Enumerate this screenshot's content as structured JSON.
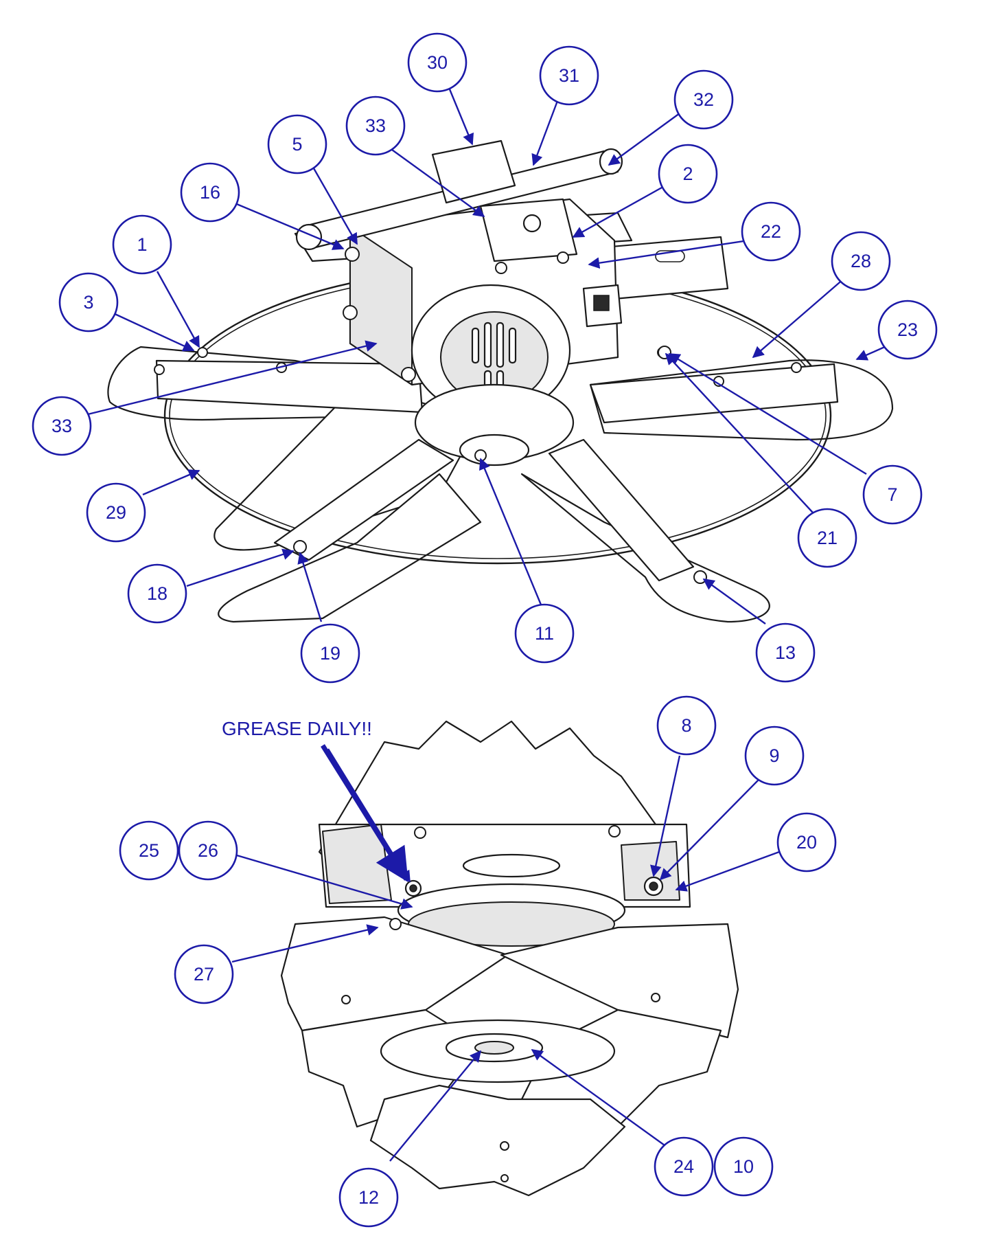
{
  "note": {
    "text": "GREASE DAILY!!"
  },
  "callouts": [
    {
      "id": "30",
      "label": "30"
    },
    {
      "id": "31",
      "label": "31"
    },
    {
      "id": "32",
      "label": "32"
    },
    {
      "id": "33a",
      "label": "33"
    },
    {
      "id": "5",
      "label": "5"
    },
    {
      "id": "2",
      "label": "2"
    },
    {
      "id": "16",
      "label": "16"
    },
    {
      "id": "22",
      "label": "22"
    },
    {
      "id": "1",
      "label": "1"
    },
    {
      "id": "28",
      "label": "28"
    },
    {
      "id": "3",
      "label": "3"
    },
    {
      "id": "23",
      "label": "23"
    },
    {
      "id": "33b",
      "label": "33"
    },
    {
      "id": "7",
      "label": "7"
    },
    {
      "id": "29",
      "label": "29"
    },
    {
      "id": "21",
      "label": "21"
    },
    {
      "id": "18",
      "label": "18"
    },
    {
      "id": "11",
      "label": "11"
    },
    {
      "id": "13",
      "label": "13"
    },
    {
      "id": "19",
      "label": "19"
    },
    {
      "id": "8",
      "label": "8"
    },
    {
      "id": "9",
      "label": "9"
    },
    {
      "id": "20",
      "label": "20"
    },
    {
      "id": "25",
      "label": "25"
    },
    {
      "id": "26",
      "label": "26"
    },
    {
      "id": "27",
      "label": "27"
    },
    {
      "id": "24",
      "label": "24"
    },
    {
      "id": "10",
      "label": "10"
    },
    {
      "id": "12",
      "label": "12"
    }
  ]
}
